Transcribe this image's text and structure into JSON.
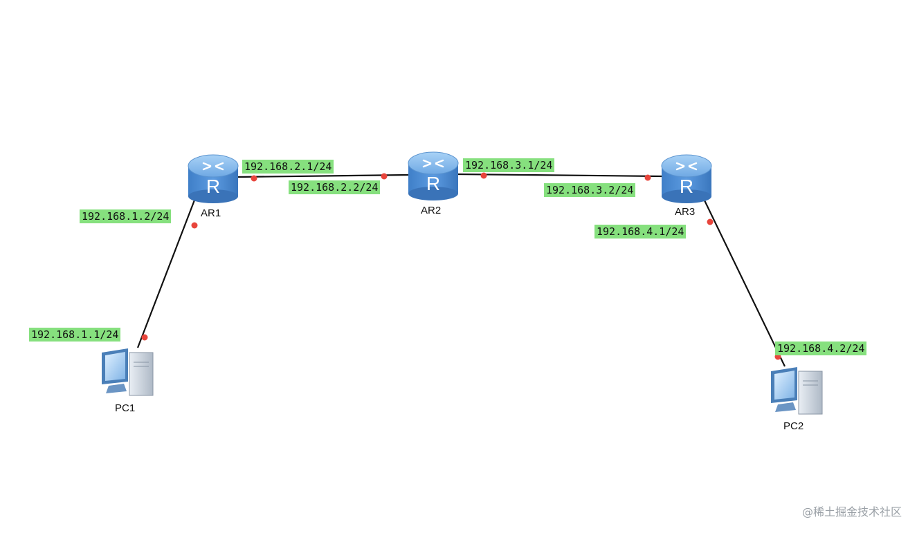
{
  "devices": {
    "ar1": "AR1",
    "ar2": "AR2",
    "ar3": "AR3",
    "pc1": "PC1",
    "pc2": "PC2"
  },
  "router_glyph": "R",
  "interfaces": {
    "ar1_to_pc1": "192.168.1.2/24",
    "pc1": "192.168.1.1/24",
    "ar1_to_ar2": "192.168.2.1/24",
    "ar2_to_ar1": "192.168.2.2/24",
    "ar2_to_ar3": "192.168.3.1/24",
    "ar3_to_ar2": "192.168.3.2/24",
    "ar3_to_pc2": "192.168.4.1/24",
    "pc2": "192.168.4.2/24"
  },
  "watermark": "@稀土掘金技术社区",
  "colors": {
    "link": "#111111",
    "port_dot": "#e8453c",
    "label_bg": "#86e07e",
    "router_body": "#4d8fd6",
    "router_top": "#7fb8ee"
  },
  "icons": {
    "router": "router-icon",
    "pc": "pc-icon"
  }
}
